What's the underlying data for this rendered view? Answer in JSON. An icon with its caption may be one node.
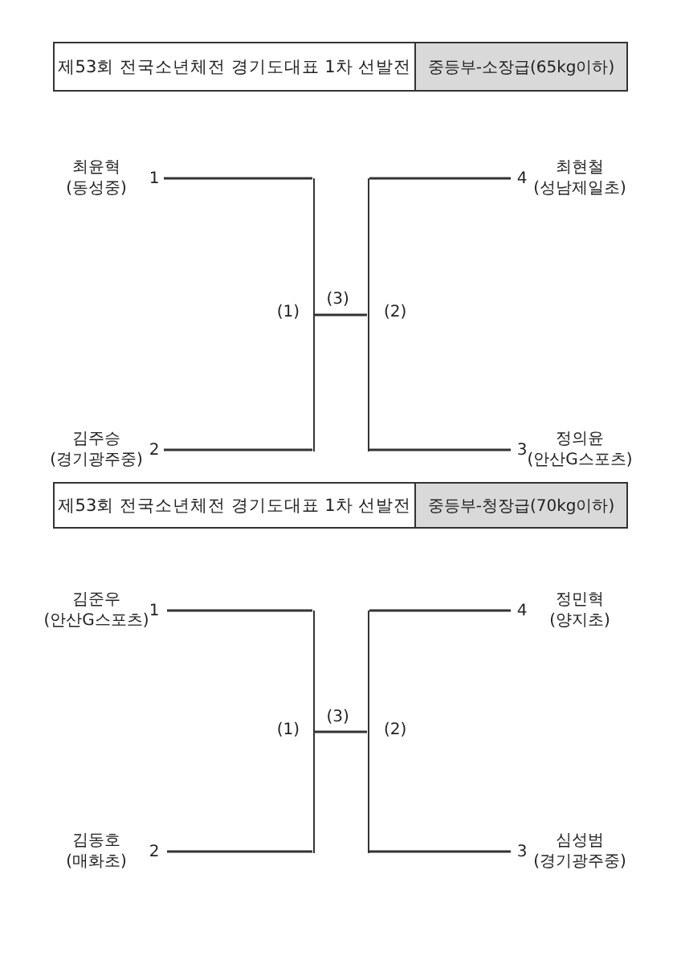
{
  "diagram": {
    "nodes": [
      {
        "text": [
          "제53회 전국소년체전 경기도대표 1차 선발전"
        ]
      },
      {
        "text": [
          "중등부-소장급(65kg이하)"
        ]
      },
      {
        "text": [
          "최윤혁",
          "(동성중)"
        ],
        "beside": [
          "1"
        ]
      },
      {
        "text": [
          "최현철",
          "(성남제일초)"
        ],
        "beside": [
          "4"
        ]
      },
      {
        "text": [],
        "shape": "bar",
        "beside": [
          "(1)"
        ]
      },
      {
        "text": [],
        "shape": "bar",
        "beside": [
          "(2)"
        ]
      },
      {
        "text": [
          "김주승",
          "(경기광주중)"
        ],
        "beside": [
          "2"
        ]
      },
      {
        "text": [
          "정의윤",
          "(안산G스포츠)"
        ],
        "beside": [
          "3"
        ]
      },
      {
        "text": [
          "제53회 전국소년체전 경기도대표 1차 선발전"
        ]
      },
      {
        "text": [
          "중등부-청장급(70kg이하)"
        ]
      },
      {
        "text": [
          "김준우",
          "(안산G스포츠)"
        ],
        "beside": [
          "1"
        ]
      },
      {
        "text": [
          "정민혁",
          "(양지초)"
        ],
        "beside": [
          "4"
        ]
      },
      {
        "text": [],
        "shape": "bar",
        "beside": [
          "(1)"
        ]
      },
      {
        "text": [],
        "shape": "bar",
        "beside": [
          "(2)"
        ]
      },
      {
        "text": [
          "김동호",
          "(매화초)"
        ],
        "beside": [
          "2"
        ]
      },
      {
        "text": [
          "심성범",
          "(경기광주중)"
        ],
        "beside": [
          "3"
        ]
      }
    ],
    "edges": [
      {
        "from": 2,
        "to": 4,
        "arrow": "none"
      },
      {
        "from": 6,
        "to": 4,
        "arrow": "none"
      },
      {
        "from": 3,
        "to": 5,
        "arrow": "none"
      },
      {
        "from": 7,
        "to": 5,
        "arrow": "none"
      },
      {
        "from": 4,
        "to": 5,
        "arrow": "none",
        "label": "(3)"
      },
      {
        "from": 10,
        "to": 12,
        "arrow": "none"
      },
      {
        "from": 14,
        "to": 12,
        "arrow": "none"
      },
      {
        "from": 11,
        "to": 13,
        "arrow": "none"
      },
      {
        "from": 15,
        "to": 13,
        "arrow": "none"
      },
      {
        "from": 12,
        "to": 13,
        "arrow": "none",
        "label": "(3)"
      }
    ]
  }
}
